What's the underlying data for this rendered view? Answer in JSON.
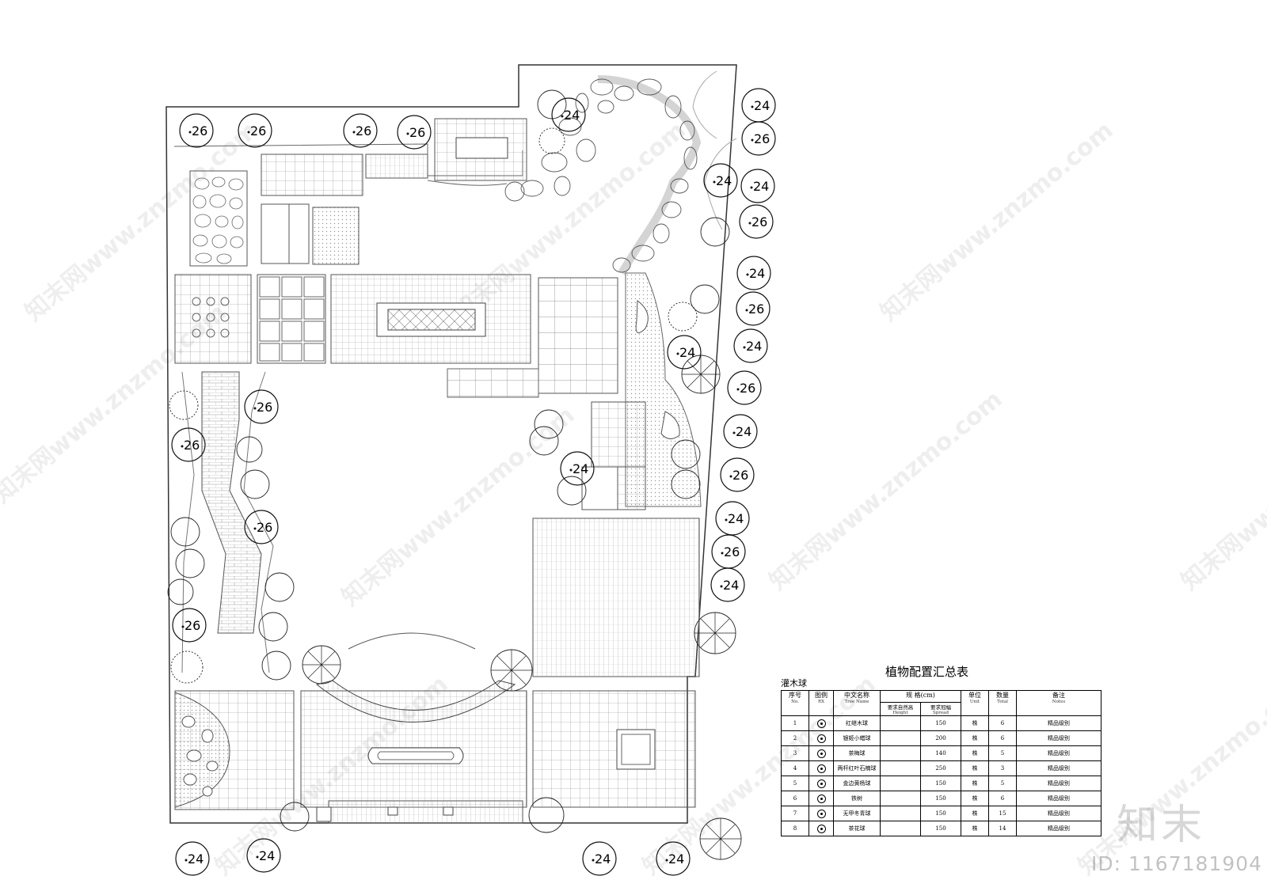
{
  "plan": {
    "subtitle_label": "灌木球",
    "tree_labels": [
      {
        "id": "t1",
        "text": "26"
      },
      {
        "id": "t2",
        "text": "26"
      },
      {
        "id": "t3",
        "text": "26"
      },
      {
        "id": "t4",
        "text": "26"
      },
      {
        "id": "t5",
        "text": "24"
      },
      {
        "id": "t6",
        "text": "24"
      },
      {
        "id": "t7",
        "text": "26"
      },
      {
        "id": "t8",
        "text": "24"
      },
      {
        "id": "t9",
        "text": "24"
      },
      {
        "id": "t10",
        "text": "26"
      },
      {
        "id": "t11",
        "text": "24"
      },
      {
        "id": "t12",
        "text": "26"
      },
      {
        "id": "t13",
        "text": "24"
      },
      {
        "id": "t14",
        "text": "24"
      },
      {
        "id": "t15",
        "text": "26"
      },
      {
        "id": "t16",
        "text": "24"
      },
      {
        "id": "t17",
        "text": "26"
      },
      {
        "id": "t18",
        "text": "24"
      },
      {
        "id": "t19",
        "text": "26"
      },
      {
        "id": "t20",
        "text": "24"
      },
      {
        "id": "t21",
        "text": "26"
      },
      {
        "id": "t22",
        "text": "26"
      },
      {
        "id": "t23",
        "text": "26"
      },
      {
        "id": "t24",
        "text": "24"
      },
      {
        "id": "t25",
        "text": "26"
      },
      {
        "id": "t26",
        "text": "24"
      },
      {
        "id": "t27",
        "text": "24"
      },
      {
        "id": "t28",
        "text": "24"
      },
      {
        "id": "t29",
        "text": "24"
      }
    ]
  },
  "table": {
    "title": "植物配置汇总表",
    "headers": {
      "no": "序号",
      "no_en": "No.",
      "legend": "图例",
      "legend_en": "RX",
      "name": "中文名称",
      "name_en": "Tree Name",
      "spec": "规  格(cm)",
      "height": "要求自然高",
      "height_en": "Height",
      "spread": "要求冠幅",
      "spread_en": "Spread",
      "unit": "单位",
      "unit_en": "Unit",
      "total": "数量",
      "total_en": "Total",
      "notes": "备注",
      "notes_en": "Notes"
    },
    "rows": [
      {
        "no": "1",
        "name": "红继木球",
        "height": "",
        "spread": "150",
        "unit": "株",
        "total": "6",
        "notes": "精品级别"
      },
      {
        "no": "2",
        "name": "银姬小蜡球",
        "height": "",
        "spread": "200",
        "unit": "株",
        "total": "6",
        "notes": "精品级别"
      },
      {
        "no": "3",
        "name": "茶梅球",
        "height": "",
        "spread": "140",
        "unit": "株",
        "total": "5",
        "notes": "精品级别"
      },
      {
        "no": "4",
        "name": "两杆红叶石楠球",
        "height": "",
        "spread": "250",
        "unit": "株",
        "total": "3",
        "notes": "精品级别"
      },
      {
        "no": "5",
        "name": "金边黄杨球",
        "height": "",
        "spread": "150",
        "unit": "株",
        "total": "5",
        "notes": "精品级别"
      },
      {
        "no": "6",
        "name": "铁树",
        "height": "",
        "spread": "150",
        "unit": "株",
        "total": "6",
        "notes": "精品级别"
      },
      {
        "no": "7",
        "name": "无甲冬青球",
        "height": "",
        "spread": "150",
        "unit": "株",
        "total": "15",
        "notes": "精品级别"
      },
      {
        "no": "8",
        "name": "茶花球",
        "height": "",
        "spread": "150",
        "unit": "株",
        "total": "14",
        "notes": "精品级别"
      }
    ]
  },
  "brand": {
    "logo_text": "知末",
    "id_text": "ID: 1167181904",
    "watermark": "知末网www.znzmo.com"
  }
}
